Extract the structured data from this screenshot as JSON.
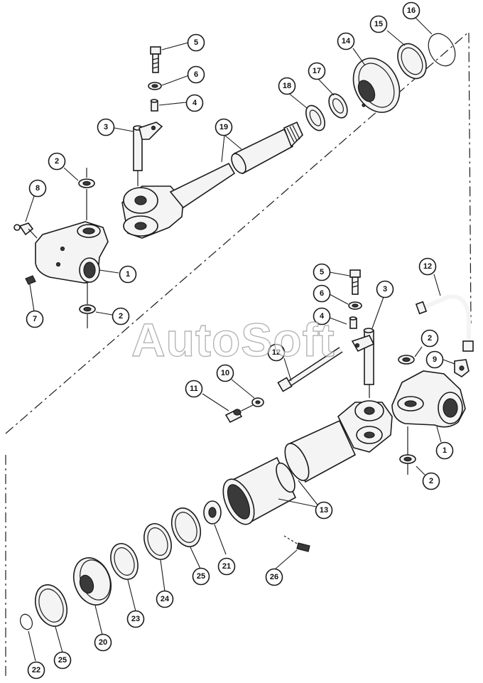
{
  "watermark": "AutoSoft",
  "callouts": [
    {
      "id": "c1a",
      "label": "1"
    },
    {
      "id": "c1b",
      "label": "1"
    },
    {
      "id": "c2a",
      "label": "2"
    },
    {
      "id": "c2b",
      "label": "2"
    },
    {
      "id": "c2c",
      "label": "2"
    },
    {
      "id": "c2d",
      "label": "2"
    },
    {
      "id": "c3a",
      "label": "3"
    },
    {
      "id": "c3b",
      "label": "3"
    },
    {
      "id": "c4a",
      "label": "4"
    },
    {
      "id": "c4b",
      "label": "4"
    },
    {
      "id": "c5a",
      "label": "5"
    },
    {
      "id": "c5b",
      "label": "5"
    },
    {
      "id": "c6a",
      "label": "6"
    },
    {
      "id": "c6b",
      "label": "6"
    },
    {
      "id": "c7",
      "label": "7"
    },
    {
      "id": "c8",
      "label": "8"
    },
    {
      "id": "c9",
      "label": "9"
    },
    {
      "id": "c10",
      "label": "10"
    },
    {
      "id": "c11",
      "label": "11"
    },
    {
      "id": "c12a",
      "label": "12"
    },
    {
      "id": "c12b",
      "label": "12"
    },
    {
      "id": "c13",
      "label": "13"
    },
    {
      "id": "c14",
      "label": "14"
    },
    {
      "id": "c15",
      "label": "15"
    },
    {
      "id": "c16",
      "label": "16"
    },
    {
      "id": "c17",
      "label": "17"
    },
    {
      "id": "c18",
      "label": "18"
    },
    {
      "id": "c19",
      "label": "19"
    },
    {
      "id": "c20",
      "label": "20"
    },
    {
      "id": "c21",
      "label": "21"
    },
    {
      "id": "c22",
      "label": "22"
    },
    {
      "id": "c23",
      "label": "23"
    },
    {
      "id": "c24",
      "label": "24"
    },
    {
      "id": "c25a",
      "label": "25"
    },
    {
      "id": "c25b",
      "label": "25"
    },
    {
      "id": "c26",
      "label": "26"
    }
  ]
}
